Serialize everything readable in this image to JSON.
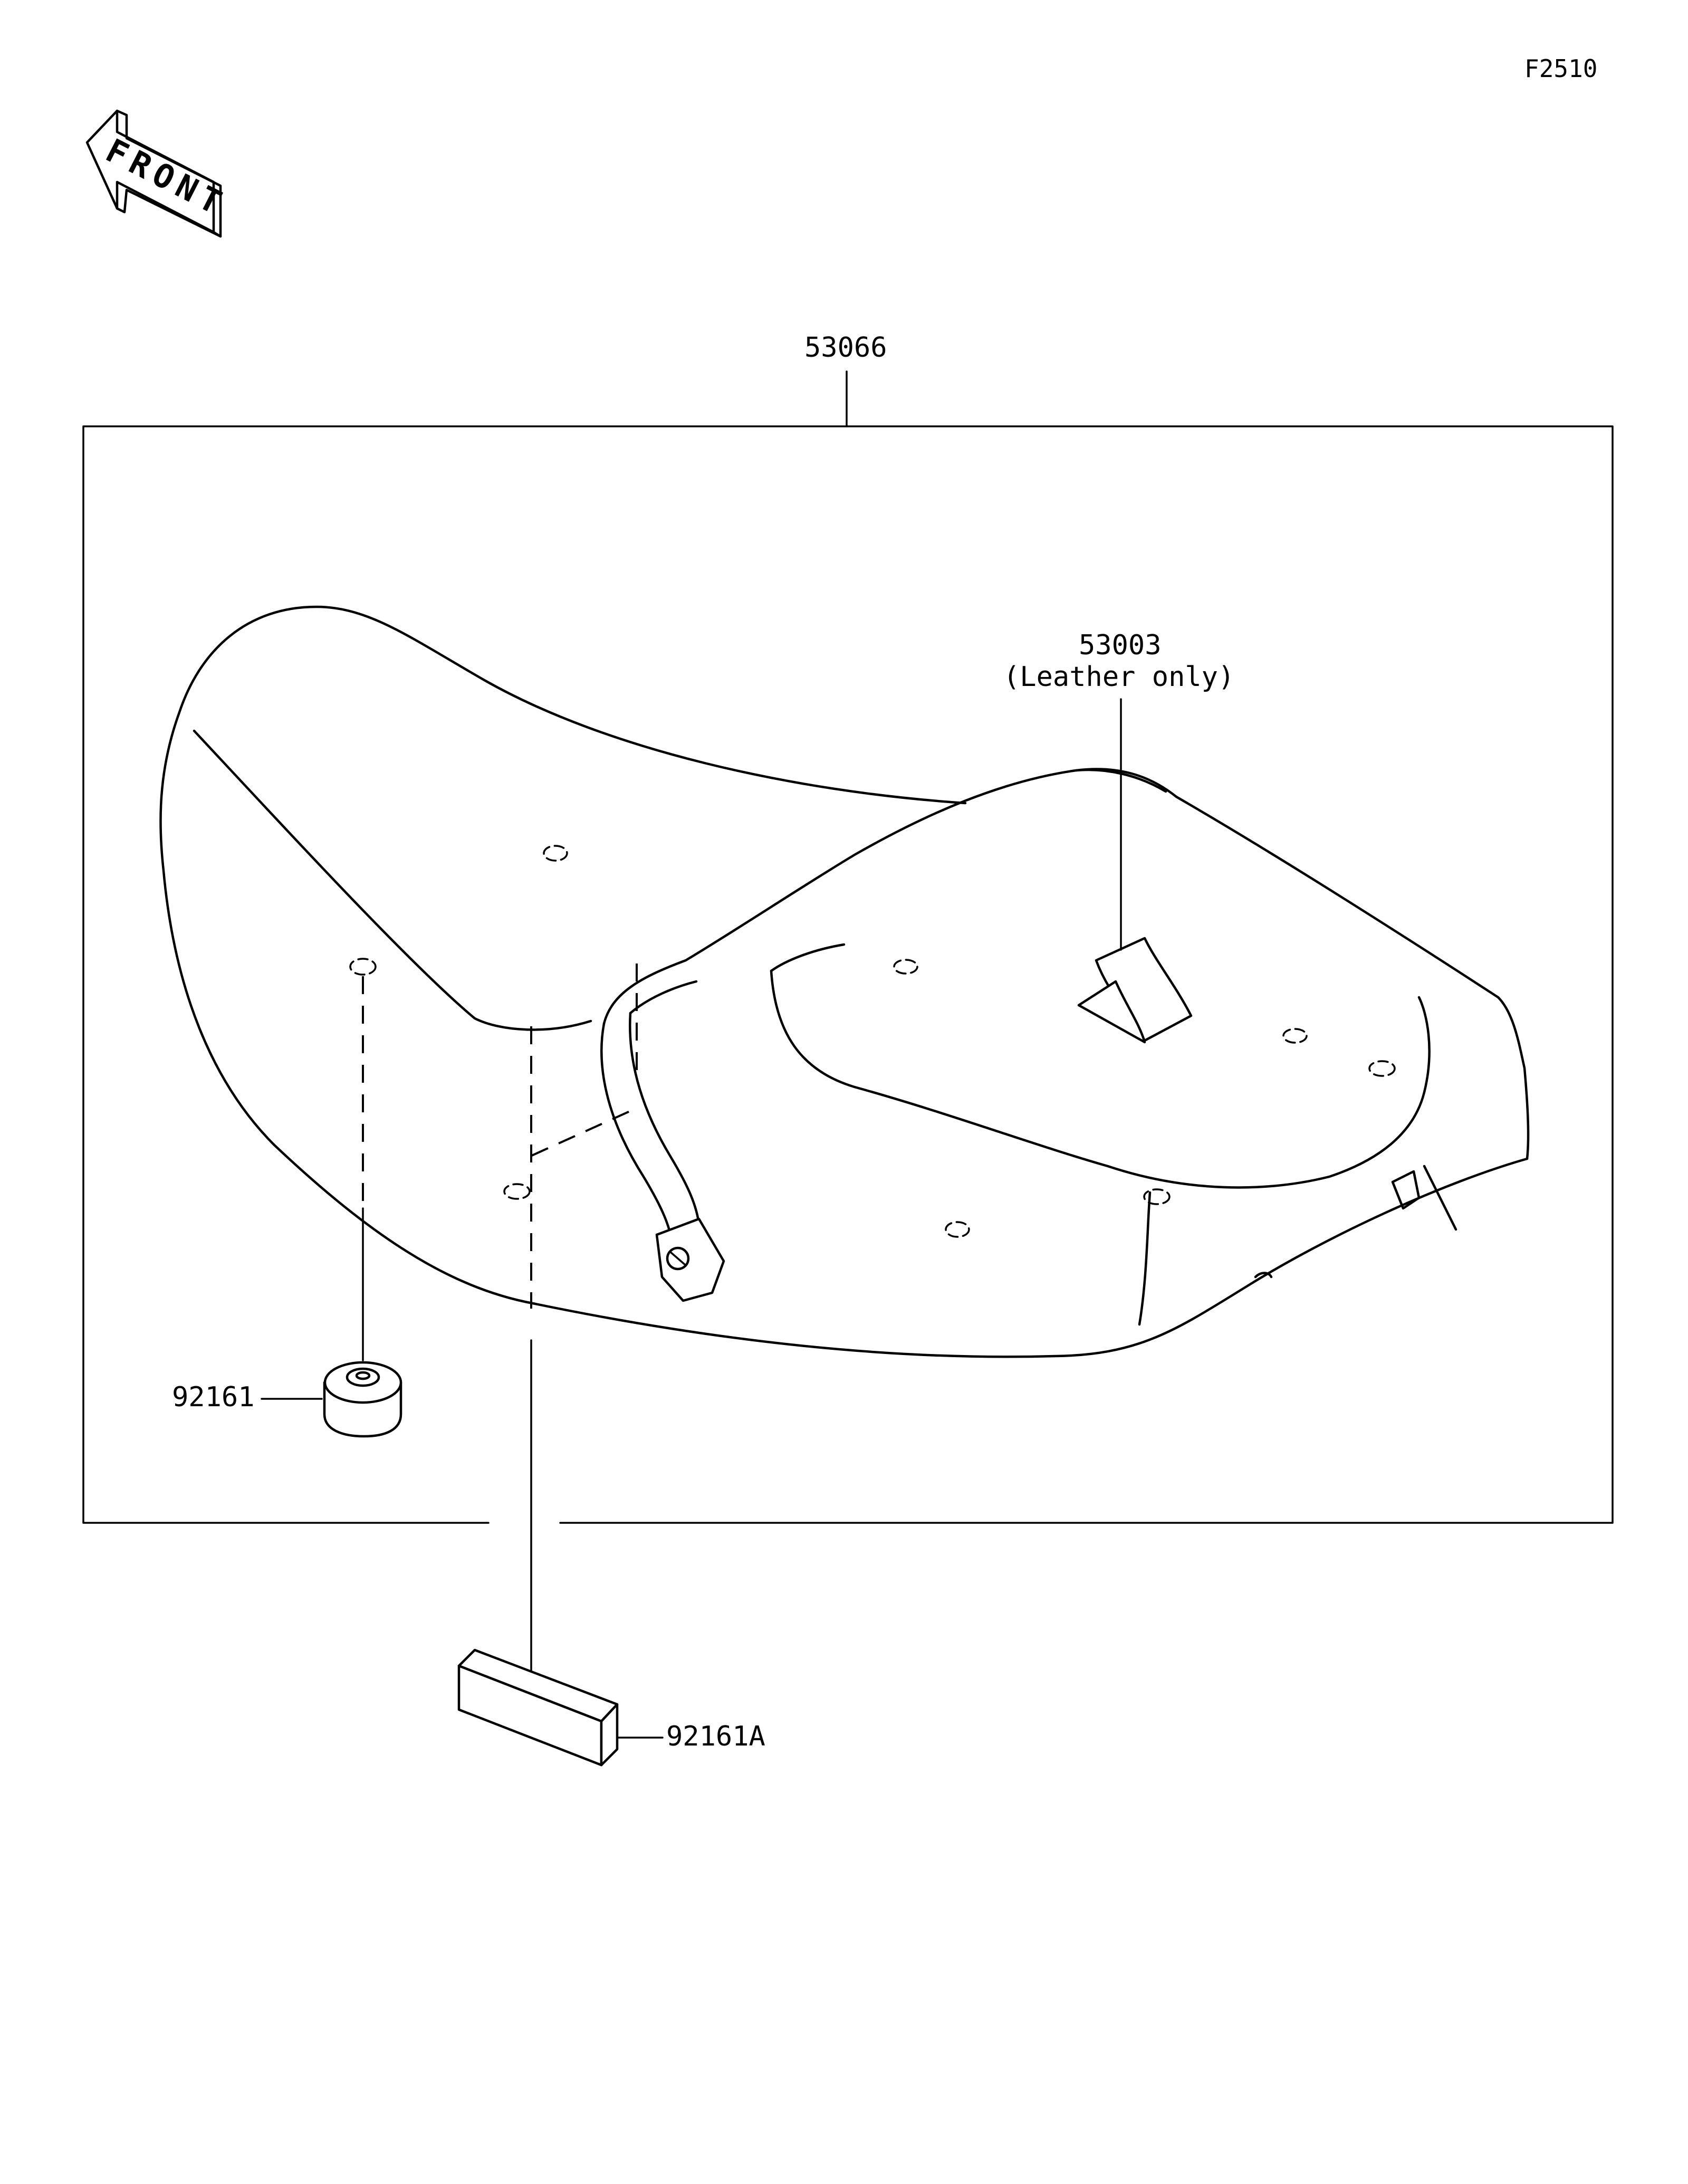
{
  "figure_id": "F2510",
  "front_arrow": {
    "label": "FRONT",
    "icon": "front-direction-arrow-icon"
  },
  "parts": [
    {
      "id": "53066",
      "description": ""
    },
    {
      "id": "53003",
      "note": "(Leather only)"
    },
    {
      "id": "92161"
    },
    {
      "id": "92161A"
    }
  ],
  "colors": {
    "line": "#000000",
    "background": "#ffffff"
  }
}
